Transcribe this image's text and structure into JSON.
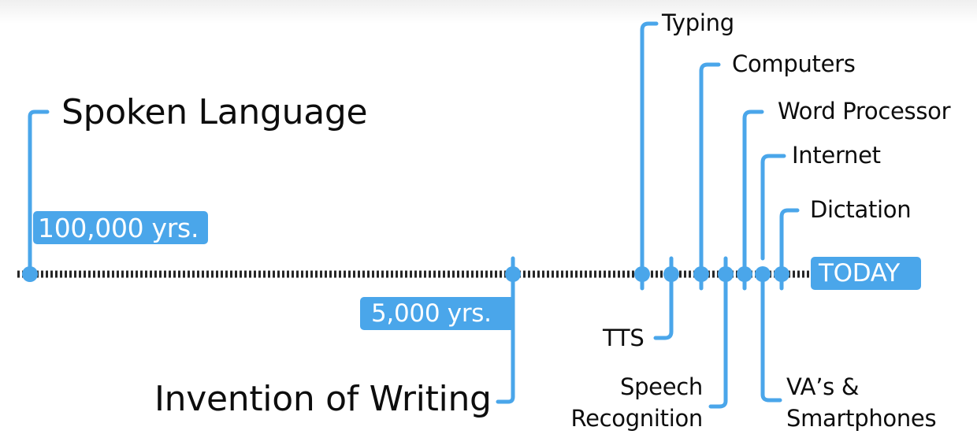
{
  "colors": {
    "accent": "#4aa6ea",
    "axis": "#262626",
    "text": "#0d0d0d",
    "tag_text": "#ffffff"
  },
  "milestones": {
    "spoken_language": {
      "label": "Spoken Language",
      "time_tag": "100,000 yrs."
    },
    "invention_of_writing": {
      "label": "Invention of Writing",
      "time_tag": "5,000 yrs."
    },
    "typing": {
      "label": "Typing"
    },
    "tts": {
      "label": "TTS"
    },
    "computers": {
      "label": "Computers"
    },
    "speech_recognition": {
      "label_line1": "Speech",
      "label_line2": "Recognition"
    },
    "word_processor": {
      "label": "Word Processor"
    },
    "internet": {
      "label": "Internet"
    },
    "vas_smartphones": {
      "label_line1": "VA’s &",
      "label_line2": "Smartphones"
    },
    "dictation": {
      "label": "Dictation"
    }
  },
  "today": {
    "label": "TODAY"
  }
}
